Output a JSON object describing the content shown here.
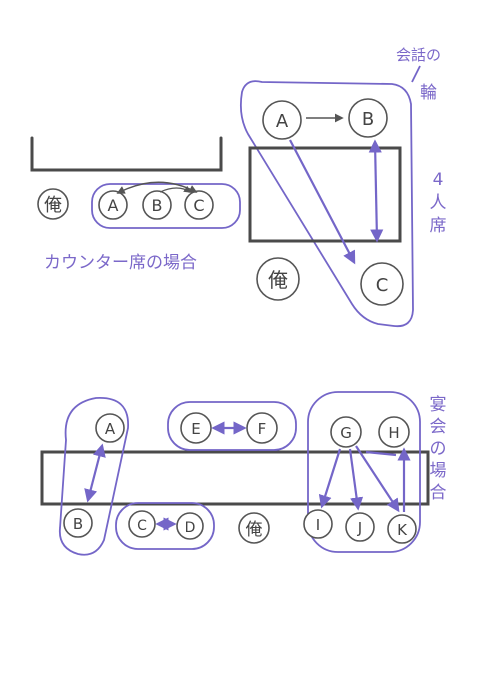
{
  "top_left": {
    "people": [
      "俺",
      "A",
      "B",
      "C"
    ],
    "caption": "カウンター席の場合"
  },
  "top_right": {
    "people": [
      "A",
      "B",
      "C",
      "俺"
    ],
    "conversation_label_line1": "会話の",
    "conversation_label_line2": "輪",
    "table_label": [
      "4",
      "人",
      "席"
    ]
  },
  "bottom": {
    "people": {
      "A": "A",
      "B": "B",
      "C": "C",
      "D": "D",
      "E": "E",
      "F": "F",
      "G": "G",
      "H": "H",
      "I": "I",
      "J": "J",
      "K": "K",
      "me": "俺"
    },
    "banquet_label": [
      "宴",
      "会",
      "の",
      "場",
      "合"
    ]
  },
  "colors": {
    "ink": "#4a4a4a",
    "accent": "#7466c8"
  }
}
